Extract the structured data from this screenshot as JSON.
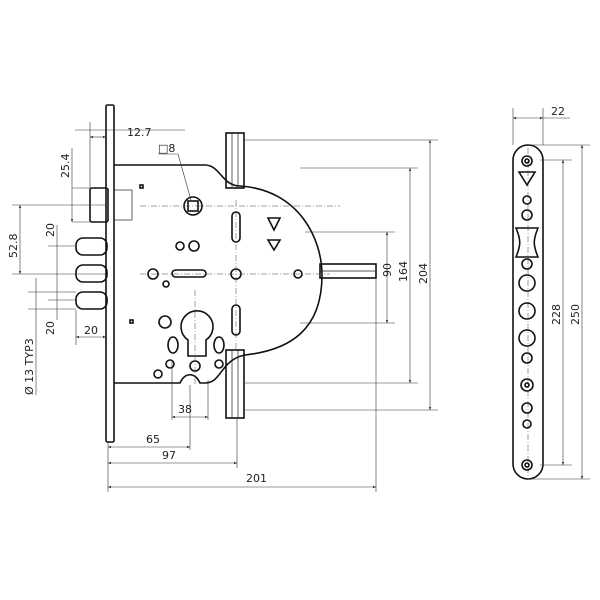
{
  "drawing": {
    "lock_body": {
      "dimensions": {
        "backset_offset": "12.7",
        "latch_height": "25.4",
        "spindle_square": "□8",
        "latch_to_bolt": "52.8",
        "bolt_spacing_top": "20",
        "bolt_spacing_bottom": "20",
        "bolt_projection": "20",
        "bolt_diameter": "Ø 13 TYP3",
        "cylinder_width": "38",
        "cylinder_offset": "65",
        "rod_offset": "97",
        "overall_width": "201",
        "side_rod_height": "90",
        "body_height": "164",
        "rod_span_height": "204"
      }
    },
    "strike_plate": {
      "dimensions": {
        "width": "22",
        "hole_span": "228",
        "overall_length": "250"
      }
    }
  }
}
